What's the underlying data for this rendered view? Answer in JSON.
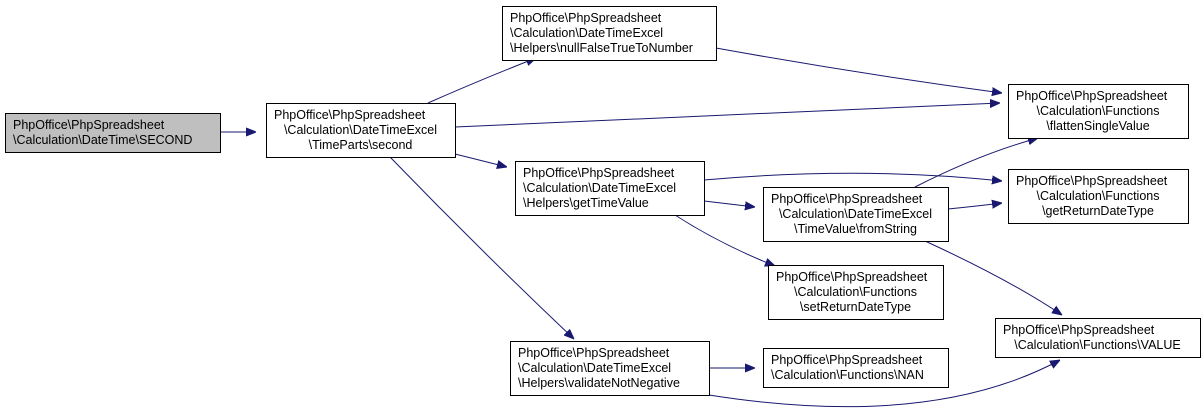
{
  "graph": {
    "nodes": [
      {
        "id": "n1",
        "lines": [
          "PhpOffice\\PhpSpreadsheet",
          "\\Calculation\\DateTime\\SECOND"
        ],
        "highlight": true
      },
      {
        "id": "n2",
        "lines": [
          "PhpOffice\\PhpSpreadsheet",
          "\\Calculation\\DateTimeExcel",
          "\\TimeParts\\second"
        ]
      },
      {
        "id": "n3",
        "lines": [
          "PhpOffice\\PhpSpreadsheet",
          "\\Calculation\\DateTimeExcel",
          "\\Helpers\\nullFalseTrueToNumber"
        ]
      },
      {
        "id": "n4",
        "lines": [
          "PhpOffice\\PhpSpreadsheet",
          "\\Calculation\\DateTimeExcel",
          "\\Helpers\\getTimeValue"
        ]
      },
      {
        "id": "n5",
        "lines": [
          "PhpOffice\\PhpSpreadsheet",
          "\\Calculation\\DateTimeExcel",
          "\\Helpers\\validateNotNegative"
        ]
      },
      {
        "id": "n6",
        "lines": [
          "PhpOffice\\PhpSpreadsheet",
          "\\Calculation\\Functions",
          "\\flattenSingleValue"
        ]
      },
      {
        "id": "n7",
        "lines": [
          "PhpOffice\\PhpSpreadsheet",
          "\\Calculation\\Functions",
          "\\getReturnDateType"
        ]
      },
      {
        "id": "n8",
        "lines": [
          "PhpOffice\\PhpSpreadsheet",
          "\\Calculation\\DateTimeExcel",
          "\\TimeValue\\fromString"
        ]
      },
      {
        "id": "n9",
        "lines": [
          "PhpOffice\\PhpSpreadsheet",
          "\\Calculation\\Functions",
          "\\setReturnDateType"
        ]
      },
      {
        "id": "n10",
        "lines": [
          "PhpOffice\\PhpSpreadsheet",
          "\\Calculation\\Functions\\VALUE"
        ]
      },
      {
        "id": "n11",
        "lines": [
          "PhpOffice\\PhpSpreadsheet",
          "\\Calculation\\Functions\\NAN"
        ]
      }
    ],
    "edges": [
      {
        "from": "n1",
        "to": "n2"
      },
      {
        "from": "n2",
        "to": "n3"
      },
      {
        "from": "n2",
        "to": "n6"
      },
      {
        "from": "n2",
        "to": "n4"
      },
      {
        "from": "n2",
        "to": "n5"
      },
      {
        "from": "n3",
        "to": "n6"
      },
      {
        "from": "n4",
        "to": "n7"
      },
      {
        "from": "n4",
        "to": "n8"
      },
      {
        "from": "n4",
        "to": "n9"
      },
      {
        "from": "n8",
        "to": "n6"
      },
      {
        "from": "n8",
        "to": "n7"
      },
      {
        "from": "n8",
        "to": "n10"
      },
      {
        "from": "n5",
        "to": "n11"
      },
      {
        "from": "n5",
        "to": "n10"
      }
    ],
    "colors": {
      "edge": "#191970",
      "node_border": "#000000",
      "highlight_fill": "#bfbfbf",
      "node_fill": "#ffffff"
    }
  }
}
